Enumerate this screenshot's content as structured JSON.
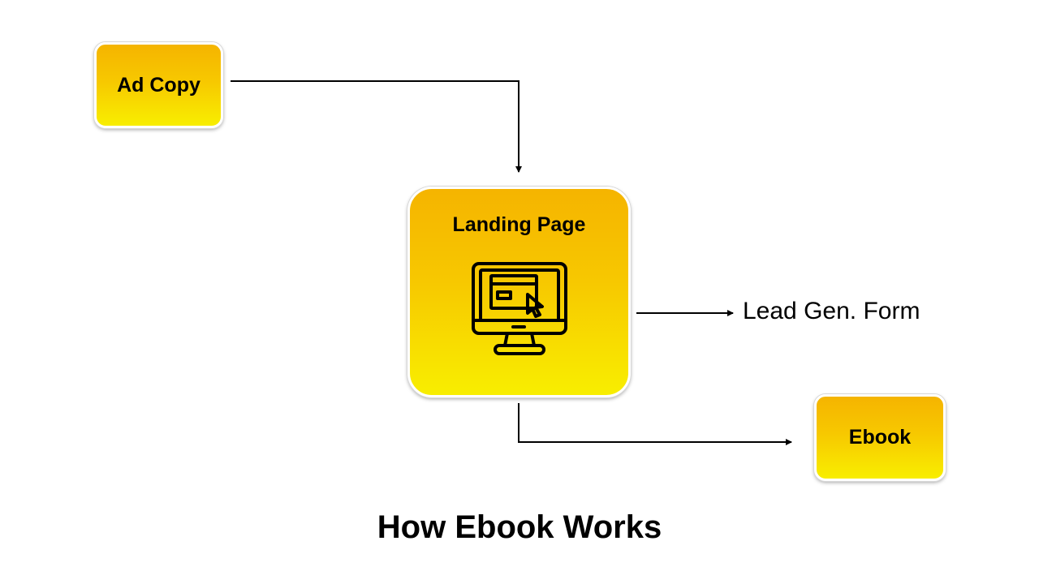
{
  "nodes": {
    "ad_copy": {
      "label": "Ad Copy"
    },
    "landing_page": {
      "label": "Landing Page",
      "icon": "monitor-click-icon"
    },
    "lead_gen_form": {
      "label": "Lead Gen. Form"
    },
    "ebook": {
      "label": "Ebook"
    }
  },
  "edges": [
    {
      "from": "Ad Copy",
      "to": "Landing Page"
    },
    {
      "from": "Landing Page",
      "to": "Lead Gen. Form"
    },
    {
      "from": "Landing Page",
      "to": "Ebook"
    }
  ],
  "title": "How Ebook Works",
  "colors": {
    "box_top": "#f5b400",
    "box_bottom": "#f8ee00",
    "line": "#000000"
  }
}
